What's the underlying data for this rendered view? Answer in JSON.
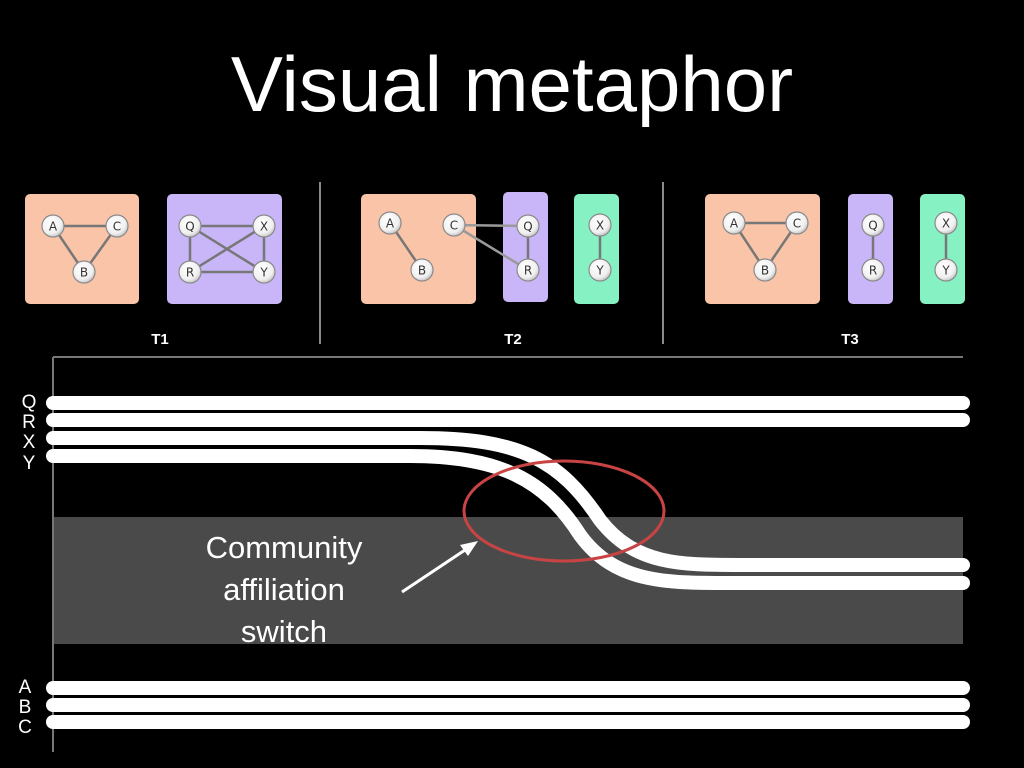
{
  "slide": {
    "title": "Visual metaphor"
  },
  "colors": {
    "community_abc": "#f9c4a8",
    "community_qrxy": "#c8b6f8",
    "community_xy": "#86f2c4",
    "switch_ring": "#c84444",
    "background_band": "#4a4a4a",
    "track": "#ffffff"
  },
  "snapshots": [
    {
      "label": "T1",
      "groups": [
        {
          "color_key": "community_abc",
          "nodes": [
            "A",
            "C",
            "B"
          ],
          "edges": [
            [
              "A",
              "C"
            ],
            [
              "A",
              "B"
            ],
            [
              "C",
              "B"
            ]
          ]
        },
        {
          "color_key": "community_qrxy",
          "nodes": [
            "Q",
            "X",
            "R",
            "Y"
          ],
          "edges": [
            [
              "Q",
              "X"
            ],
            [
              "Q",
              "R"
            ],
            [
              "Q",
              "Y"
            ],
            [
              "X",
              "R"
            ],
            [
              "X",
              "Y"
            ],
            [
              "R",
              "Y"
            ]
          ]
        }
      ]
    },
    {
      "label": "T2",
      "groups": [
        {
          "color_key": "community_abc",
          "nodes": [
            "A",
            "C",
            "B"
          ],
          "edges": [
            [
              "A",
              "B"
            ]
          ]
        },
        {
          "color_key": "community_qrxy",
          "nodes": [
            "Q",
            "R"
          ],
          "edges": [
            [
              "Q",
              "R"
            ]
          ]
        },
        {
          "color_key": "community_xy",
          "nodes": [
            "X",
            "Y"
          ],
          "edges": [
            [
              "X",
              "Y"
            ]
          ]
        }
      ],
      "cross_edges": [
        [
          "C",
          "Q"
        ],
        [
          "C",
          "R"
        ]
      ]
    },
    {
      "label": "T3",
      "groups": [
        {
          "color_key": "community_abc",
          "nodes": [
            "A",
            "C",
            "B"
          ],
          "edges": [
            [
              "A",
              "C"
            ],
            [
              "A",
              "B"
            ],
            [
              "C",
              "B"
            ]
          ]
        },
        {
          "color_key": "community_qrxy",
          "nodes": [
            "Q",
            "R"
          ],
          "edges": [
            [
              "Q",
              "R"
            ]
          ]
        },
        {
          "color_key": "community_xy",
          "nodes": [
            "X",
            "Y"
          ],
          "edges": [
            [
              "X",
              "Y"
            ]
          ]
        }
      ]
    }
  ],
  "timeline": {
    "upper_labels": [
      "Q",
      "R",
      "X",
      "Y"
    ],
    "lower_labels": [
      "A",
      "B",
      "C"
    ],
    "switching_individuals": [
      "X",
      "Y"
    ]
  },
  "annotation": {
    "lines": [
      "Community",
      "affiliation",
      "switch"
    ]
  }
}
